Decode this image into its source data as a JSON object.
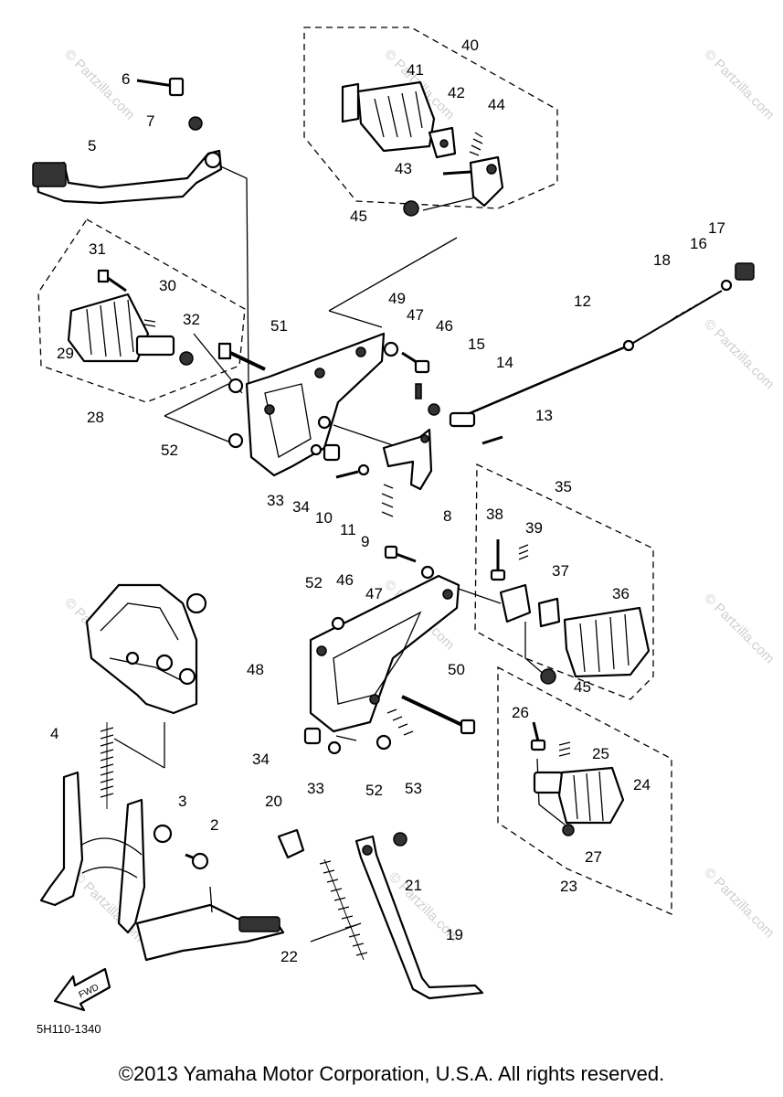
{
  "diagram_code": "5H110-1340",
  "copyright": "©2013 Yamaha Motor Corporation, U.S.A. All rights reserved.",
  "watermark": "© Partzilla.com",
  "direction_marker": "FWD",
  "callouts": {
    "c2": "2",
    "c3": "3",
    "c4": "4",
    "c5": "5",
    "c6": "6",
    "c7": "7",
    "c8": "8",
    "c9": "9",
    "c10": "10",
    "c11": "11",
    "c12": "12",
    "c13": "13",
    "c14": "14",
    "c15": "15",
    "c16": "16",
    "c17": "17",
    "c18": "18",
    "c19": "19",
    "c20": "20",
    "c21": "21",
    "c22": "22",
    "c23": "23",
    "c24": "24",
    "c25": "25",
    "c26": "26",
    "c27": "27",
    "c28": "28",
    "c29": "29",
    "c30": "30",
    "c31": "31",
    "c32": "32",
    "c33a": "33",
    "c33b": "33",
    "c34a": "34",
    "c34b": "34",
    "c35": "35",
    "c36": "36",
    "c37": "37",
    "c38": "38",
    "c39": "39",
    "c40": "40",
    "c41": "41",
    "c42": "42",
    "c43": "43",
    "c44": "44",
    "c45a": "45",
    "c45b": "45",
    "c46a": "46",
    "c46b": "46",
    "c47a": "47",
    "c47b": "47",
    "c48": "48",
    "c49": "49",
    "c50": "50",
    "c51": "51",
    "c52a": "52",
    "c52b": "52",
    "c52c": "52",
    "c53": "53"
  }
}
